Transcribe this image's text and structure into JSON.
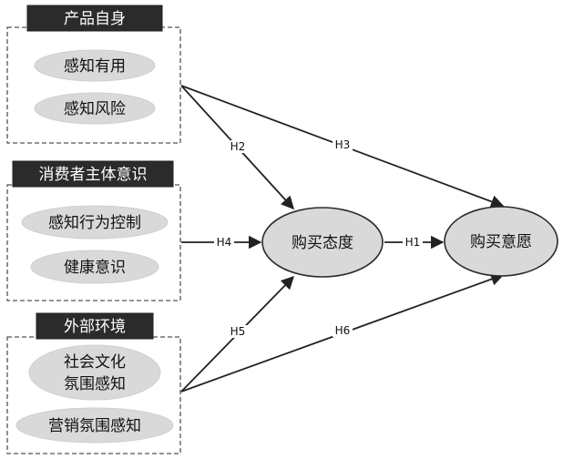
{
  "groups": {
    "product": {
      "title": "产品自身",
      "items": [
        "感知有用",
        "感知风险"
      ]
    },
    "consumer": {
      "title": "消费者主体意识",
      "items": [
        "感知行为控制",
        "健康意识"
      ]
    },
    "external": {
      "title": "外部环境",
      "items": [
        [
          "社会文化",
          "氛围感知"
        ],
        "营销氛围感知"
      ]
    }
  },
  "nodes": {
    "attitude": "购买态度",
    "intention": "购买意愿"
  },
  "hypotheses": {
    "h1": "H1",
    "h2": "H2",
    "h3": "H3",
    "h4": "H4",
    "h5": "H5",
    "h6": "H6"
  }
}
